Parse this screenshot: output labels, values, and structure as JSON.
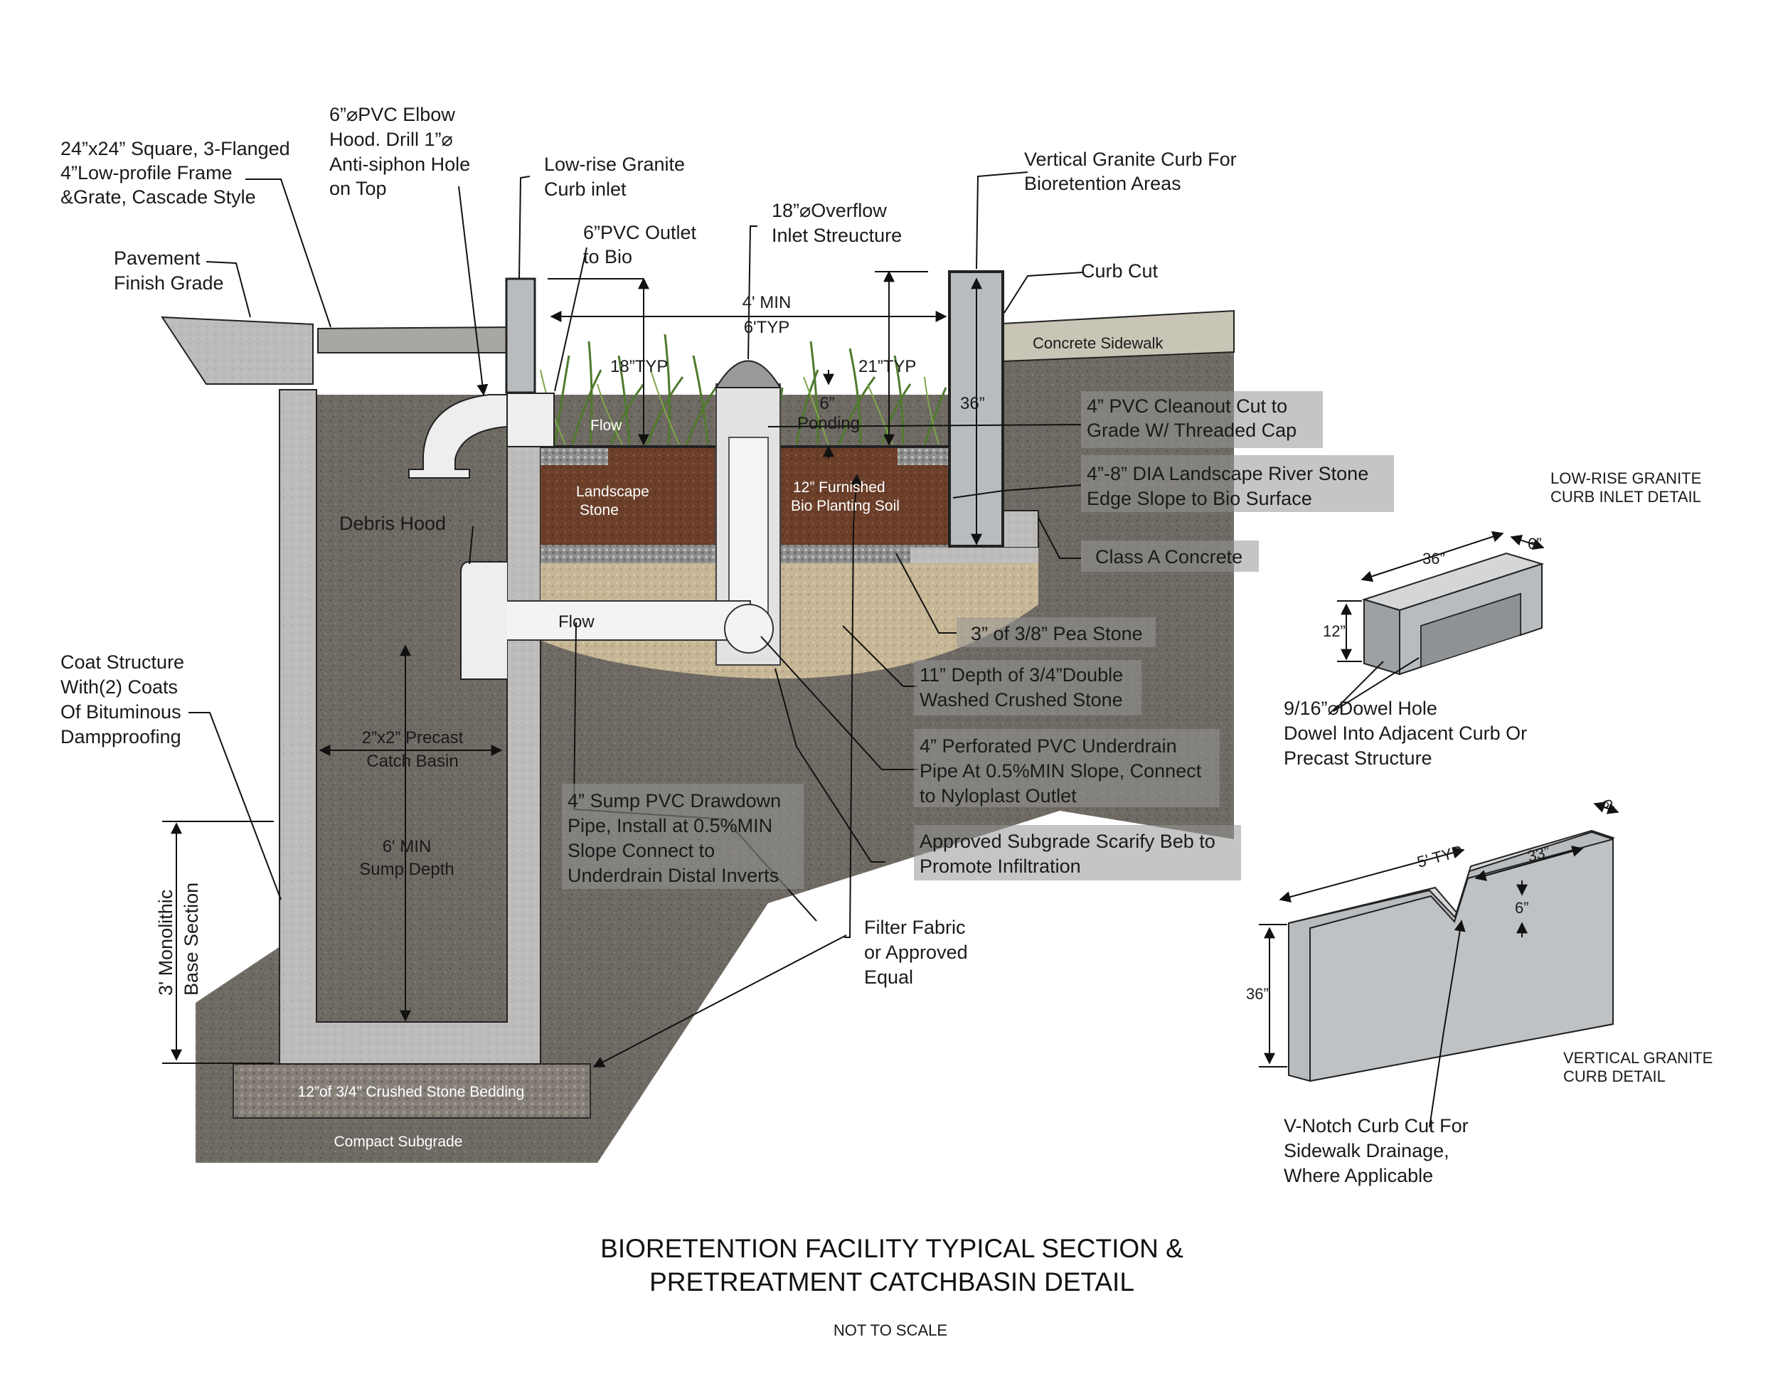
{
  "title_line1": "BIORETENTION FACILITY TYPICAL SECTION &",
  "title_line2": "PRETREATMENT CATCHBASIN DETAIL",
  "scale_note": "NOT TO SCALE",
  "labels": {
    "grate": [
      "24”x24” Square, 3-Flanged",
      "4”Low-profile Frame",
      "&Grate, Cascade Style"
    ],
    "elbow": [
      "6”⌀PVC Elbow",
      "Hood. Drill 1”⌀",
      "Anti-siphon Hole",
      "on Top"
    ],
    "curb_inlet": [
      "Low-rise Granite",
      "Curb inlet"
    ],
    "pavement": [
      "Pavement",
      "Finish Grade"
    ],
    "outlet": [
      "6”PVC Outlet",
      "to Bio"
    ],
    "overflow": [
      "18”⌀Overflow",
      "Inlet Streucture"
    ],
    "vertical_curb": [
      "Vertical Granite Curb For",
      "Bioretention Areas"
    ],
    "curb_cut": "Curb Cut",
    "sidewalk": "Concrete Sidewalk",
    "cleanout": [
      "4” PVC Cleanout Cut to",
      "Grade W/ Threaded Cap"
    ],
    "river_stone": [
      "4”-8” DIA Landscape River Stone",
      "Edge Slope to Bio Surface"
    ],
    "class_a": "Class A Concrete",
    "debris_hood": "Debris Hood",
    "pea_stone": "3” of 3/8” Pea Stone",
    "crushed": [
      "11” Depth of 3/4”Double",
      "Washed Crushed Stone"
    ],
    "underdrain": [
      "4” Perforated PVC Underdrain",
      "Pipe At 0.5%MIN Slope, Connect",
      "to Nyloplast Outlet"
    ],
    "subgrade": [
      "Approved Subgrade Scarify Beb to",
      "Promote Infiltration"
    ],
    "sump_pipe": [
      "4” Sump PVC Drawdown",
      "Pipe, Install at 0.5%MIN",
      "Slope Connect to",
      "Underdrain Distal Inverts"
    ],
    "filter": [
      "Filter Fabric",
      "or Approved",
      "Equal"
    ],
    "coat": [
      "Coat Structure",
      "With(2) Coats",
      "Of Bituminous",
      "Dampproofing"
    ],
    "monolithic": [
      "3' Monolithic",
      "Base Section"
    ],
    "catch_basin": [
      "2”x2” Precast",
      "Catch Basin"
    ],
    "sump_depth": [
      "6' MIN",
      "Sump Depth"
    ],
    "bedding": "12”of 3/4” Crushed Stone Bedding",
    "compact": "Compact Subgrade",
    "flow_top": "Flow",
    "flow_pipe": "Flow",
    "landscape_stone": [
      "Landscape",
      "Stone"
    ],
    "planting_soil": [
      "12” Furnished",
      "Bio Planting Soil"
    ],
    "dim_width": [
      "4' MIN",
      "6'TYP"
    ],
    "dim_18": "18”TYP",
    "dim_21": "21”TYP",
    "dim_ponding": [
      "6”",
      "Ponding"
    ],
    "dim_36": "36”",
    "inlet_detail_title": [
      "LOW-RISE GRANITE",
      "CURB INLET DETAIL"
    ],
    "inlet_36": "36”",
    "inlet_6": "6”",
    "inlet_12": "12”",
    "dowel": [
      "9/16”⌀Dowel Hole",
      "Dowel Into Adjacent Curb Or",
      "Precast Structure"
    ],
    "vcurb_5typ": "5' TYP",
    "vcurb_33": "33”",
    "vcurb_6a": "6”",
    "vcurb_6b": "6”",
    "vcurb_36": "36”",
    "vcurb_detail_title": [
      "VERTICAL GRANITE",
      "CURB DETAIL"
    ],
    "vnotch": [
      "V-Notch Curb Cut For",
      "Sidewalk Drainage,",
      "Where Applicable"
    ]
  },
  "colors": {
    "soil": "#6f6a63",
    "concrete": "#bdbcba",
    "planting_soil": "#6b3f2a",
    "crushed_stone": "#c7b695",
    "pea_stone": "#9a9a9a",
    "sidewalk": "#c9c5b6",
    "grass": "#4f7a2d",
    "granite": "#b9bcbf"
  }
}
